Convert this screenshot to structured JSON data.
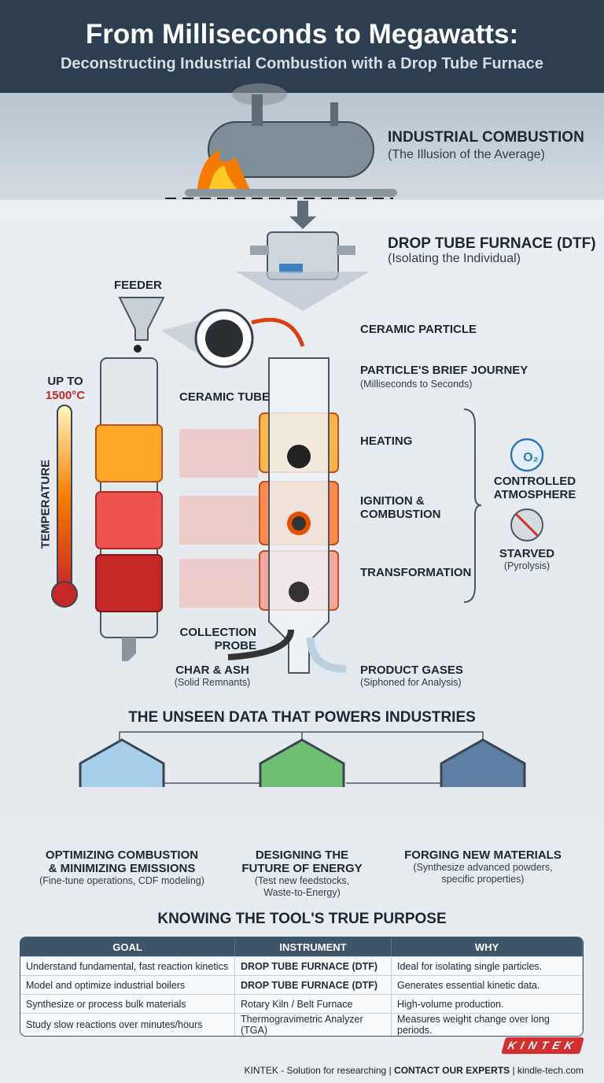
{
  "header": {
    "title": "From Milliseconds to Megawatts:",
    "subtitle": "Deconstructing Industrial Combustion with a Drop Tube Furnace"
  },
  "industrial": {
    "title": "INDUSTRIAL COMBUSTION",
    "subtitle": "(The Illusion of the Average)"
  },
  "dtf": {
    "title": "DROP TUBE FURNACE (DTF)",
    "subtitle": "(Isolating the Individual)"
  },
  "diagram": {
    "feeder": "FEEDER",
    "up_to": "UP TO",
    "temp_max": "1500°C",
    "temperature": "TEMPERATURE",
    "ceramic_tube": "CERAMIC TUBE",
    "ceramic_particle": "CERAMIC PARTICLE",
    "journey": "PARTICLE'S BRIEF JOURNEY",
    "journey_sub": "(Milliseconds to Seconds)",
    "heating": "HEATING",
    "ignition": "IGNITION &",
    "combustion": "COMBUSTION",
    "transformation": "TRANSFORMATION",
    "o2": "O₂",
    "controlled": "CONTROLLED",
    "atmosphere": "ATMOSPHERE",
    "starved": "STARVED",
    "pyrolysis": "(Pyrolysis)",
    "collection": "COLLECTION",
    "probe": "PROBE",
    "char": "CHAR & ASH",
    "char_sub": "(Solid Remnants)",
    "gases": "PRODUCT GASES",
    "gases_sub": "(Siphoned for Analysis)"
  },
  "applications": {
    "title": "THE UNSEEN DATA THAT POWERS INDUSTRIES",
    "items": [
      {
        "l1": "OPTIMIZING COMBUSTION",
        "l2": "& MINIMIZING EMISSIONS",
        "d1": "(Fine-tune operations, CDF modeling)",
        "d2": ""
      },
      {
        "l1": "DESIGNING THE",
        "l2": "FUTURE OF ENERGY",
        "d1": "(Test new feedstocks,",
        "d2": "Waste-to-Energy)"
      },
      {
        "l1": "FORGING NEW MATERIALS",
        "l2": "",
        "d1": "(Synthesize advanced powders,",
        "d2": "specific properties)"
      }
    ]
  },
  "purpose": {
    "title": "KNOWING THE TOOL'S TRUE PURPOSE",
    "headers": [
      "GOAL",
      "INSTRUMENT",
      "WHY"
    ],
    "rows": [
      [
        "Understand fundamental, fast reaction kinetics",
        "DROP TUBE FURNACE (DTF)",
        "Ideal for isolating single particles."
      ],
      [
        "Model and optimize industrial boilers",
        "DROP TUBE FURNACE (DTF)",
        "Generates essential kinetic data."
      ],
      [
        "Synthesize or process bulk materials",
        "Rotary Kiln / Belt Furnace",
        "High-volume production."
      ],
      [
        "Study slow reactions over minutes/hours",
        "Thermogravimetric Analyzer (TGA)",
        "Measures weight change over long periods."
      ]
    ]
  },
  "footer": {
    "logo": "KINTEK",
    "left": "KINTEK - Solution for researching |",
    "cta": "CONTACT OUR EXPERTS",
    "right": "| kindle-tech.com"
  },
  "colors": {
    "header": "#2c3e50",
    "accent_red": "#c62828",
    "table_header": "#3e5468"
  }
}
